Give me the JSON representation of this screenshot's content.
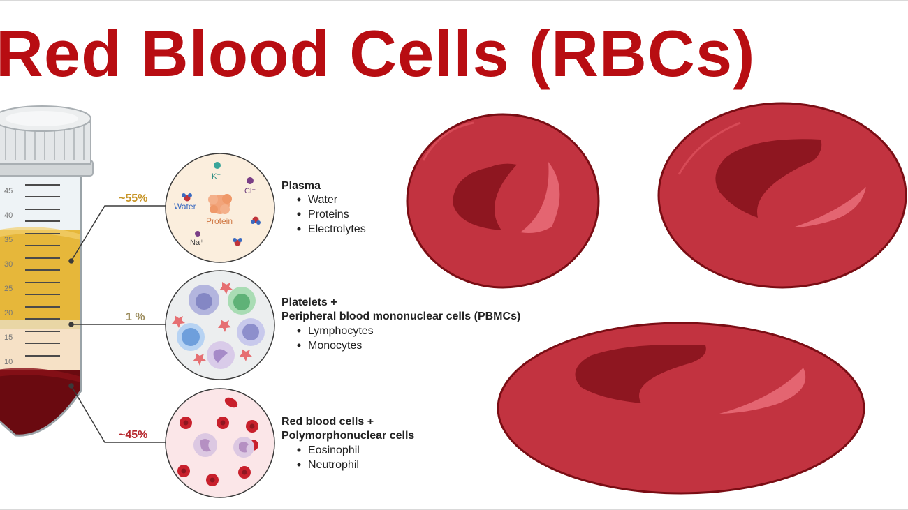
{
  "title": "Red Blood Cells (RBCs)",
  "colors": {
    "title": "#b80d12",
    "plasma": "#e6b73a",
    "buffy_coat": "#f6e1c6",
    "rbc_layer": "#6a0a10",
    "rbc_cell": "#c23340",
    "rbc_center": "#8e1620",
    "rbc_highlight": "#ea6e7a",
    "label_plasma_pct": "#c79528",
    "label_buffy_pct": "#9a8a5a",
    "label_rbc_pct": "#b5252b"
  },
  "tube": {
    "scale_marks": [
      "45",
      "40",
      "35",
      "30",
      "25",
      "20",
      "15",
      "10"
    ]
  },
  "layers": [
    {
      "percentage": "~55%",
      "heading_lines": [
        "Plasma"
      ],
      "items": [
        "Water",
        "Proteins",
        "Electrolytes"
      ],
      "circle_labels": {
        "potassium": "K⁺",
        "chloride": "Cl⁻",
        "water": "Water",
        "protein": "Protein",
        "sodium": "Na⁺"
      }
    },
    {
      "percentage": "1 %",
      "heading_lines": [
        "Platelets +",
        "Peripheral blood mononuclear cells (PBMCs)"
      ],
      "items": [
        "Lymphocytes",
        "Monocytes"
      ]
    },
    {
      "percentage": "~45%",
      "heading_lines": [
        "Red blood cells +",
        "Polymorphonuclear cells"
      ],
      "items": [
        "Eosinophil",
        "Neutrophil"
      ]
    }
  ]
}
